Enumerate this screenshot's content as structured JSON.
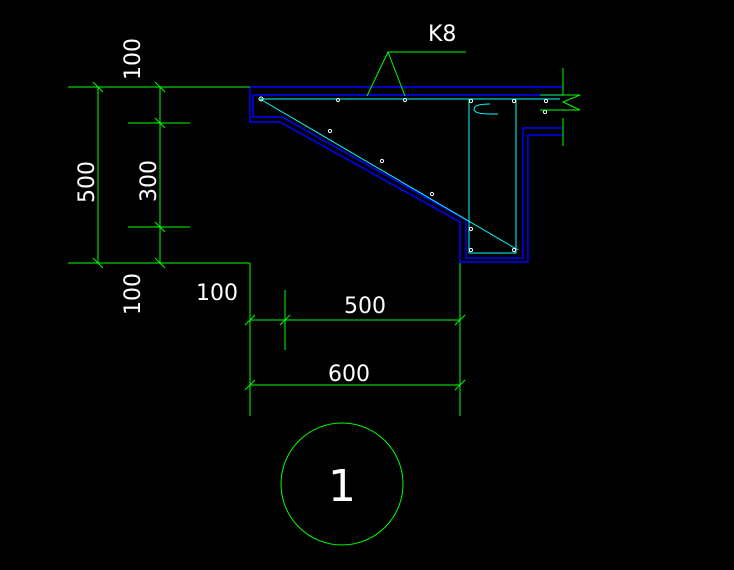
{
  "colors": {
    "background": "#000000",
    "dimension": "#00ff00",
    "outline": "#0000ff",
    "rebar": "#00ffff",
    "text": "#ffffff",
    "bar_dots": "#ffffff"
  },
  "labels": {
    "rebar_mark": "K8",
    "section_number": "1"
  },
  "dimensions": {
    "left_top": "100",
    "left_total": "500",
    "left_middle": "300",
    "left_bottom": "100",
    "bottom_offset": "100",
    "bottom_inner": "500",
    "bottom_total": "600"
  }
}
